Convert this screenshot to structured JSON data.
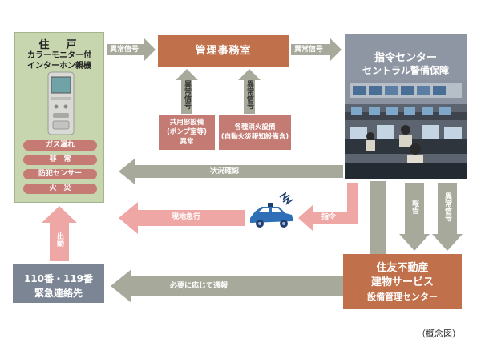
{
  "residence": {
    "title": "住　戸",
    "line1": "カラーモニター付",
    "line2": "インターホン親機",
    "alerts": [
      "ガス漏れ",
      "非　常",
      "防犯センサー",
      "火　災"
    ]
  },
  "management_office": {
    "label": "管理事務室"
  },
  "common_equipment": {
    "line1": "共用部設備",
    "line2": "(ポンプ室等)",
    "line3": "異常"
  },
  "fire_equipment": {
    "line1": "各種消火設備",
    "line2": "(自動火災報知設備含)"
  },
  "command_center": {
    "line1": "指令センター",
    "line2": "セントラル警備保障"
  },
  "sumitomo": {
    "line1": "住友不動産",
    "line2": "建物サービス",
    "line3": "設備管理センター"
  },
  "emergency_contact": {
    "line1": "110番・119番",
    "line2": "緊急連絡先"
  },
  "arrows": {
    "residence_to_office": "異常信号",
    "office_to_center": "異常信号",
    "common_to_office": "異常信号",
    "fire_to_office": "異常信号",
    "status_check": "状況確認",
    "dispatch_order": "指令",
    "rush_to_site": "現地急行",
    "report": "報告",
    "sumitomo_abnormal": "異常信号",
    "notify_as_needed": "必要に応じて通報",
    "dispatch": "出動"
  },
  "caption": "（概念図）",
  "colors": {
    "gray_arrow": "#a7a99b",
    "pink_arrow": "#eea7a4",
    "brown": "#c0704a",
    "slate": "#7c8594",
    "green_panel": "#c8d6b0"
  }
}
